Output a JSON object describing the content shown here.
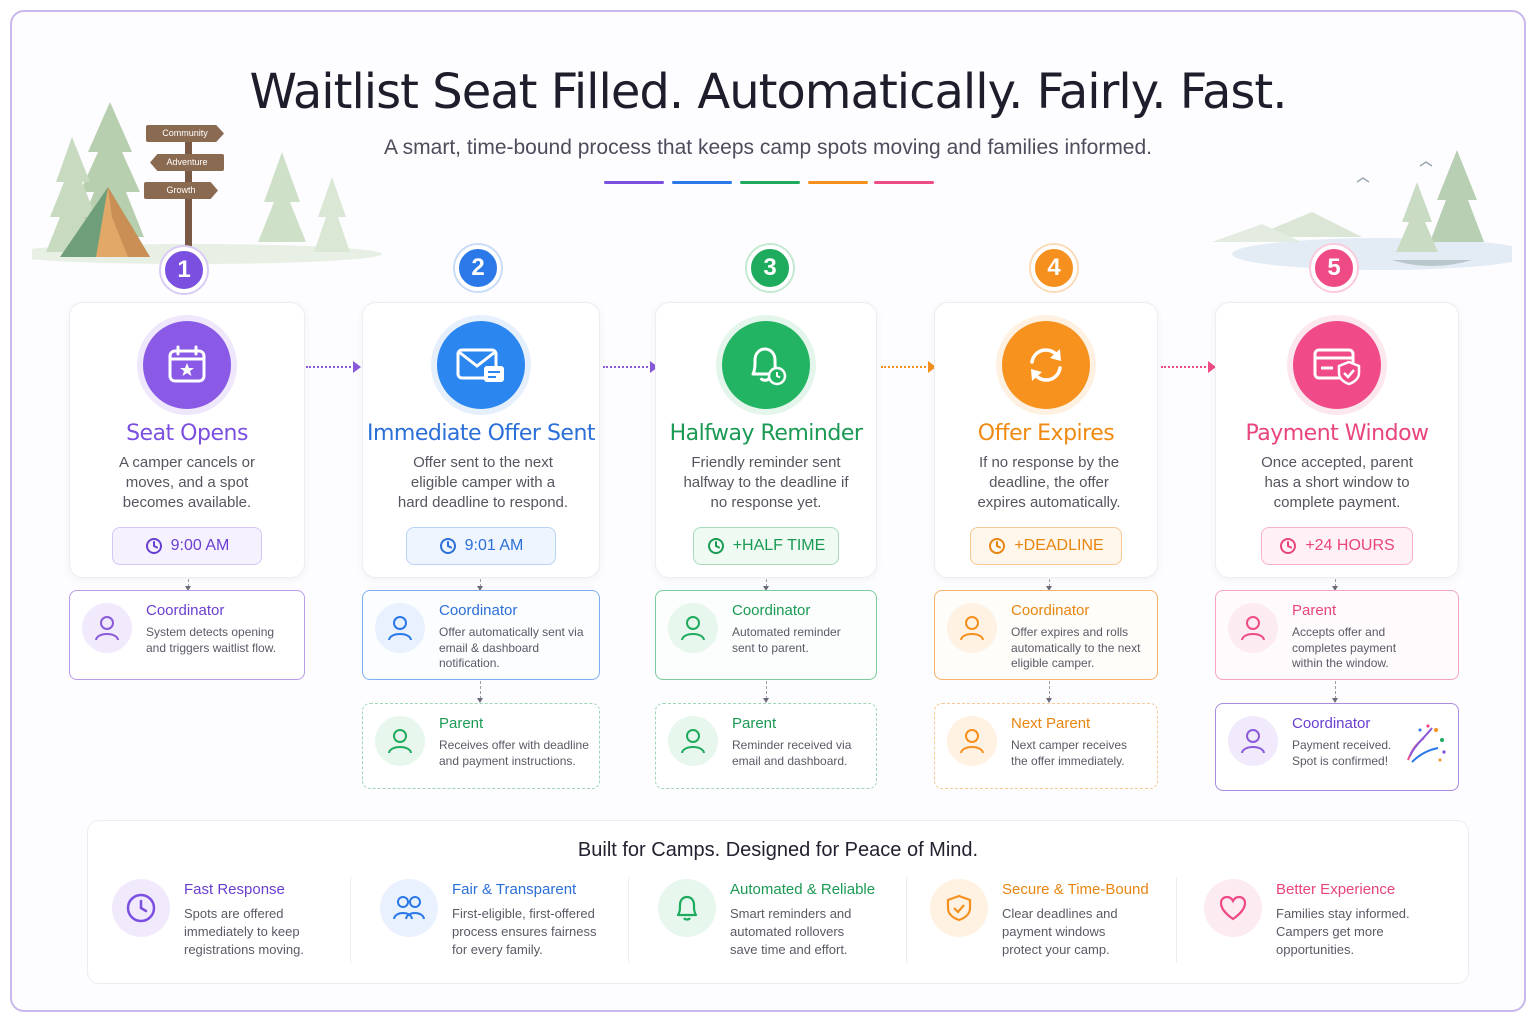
{
  "header": {
    "title": "Waitlist Seat Filled. Automatically. Fairly. Fast.",
    "subtitle": "A smart, time-bound process that keeps camp spots moving and families informed."
  },
  "signpost": {
    "labels": [
      "Community",
      "Adventure",
      "Growth"
    ]
  },
  "colors": {
    "purple": "#7b4fe0",
    "blue": "#2b78e8",
    "green": "#1fab5e",
    "orange": "#f5901e",
    "pink": "#ee4a86",
    "violet": "#8a5ad8"
  },
  "steps": [
    {
      "number": "1",
      "title": "Seat Opens",
      "description": "A camper cancels or moves, and a spot becomes available.",
      "time": "9:00 AM",
      "icon": "calendar-star-icon",
      "roles": [
        {
          "name": "Coordinator",
          "description": "System detects opening and triggers waitlist flow."
        }
      ]
    },
    {
      "number": "2",
      "title": "Immediate Offer Sent",
      "description": "Offer sent to the next eligible camper with a hard deadline to respond.",
      "time": "9:01 AM",
      "icon": "envelope-icon",
      "roles": [
        {
          "name": "Coordinator",
          "description": "Offer automatically sent via email & dashboard notification."
        },
        {
          "name": "Parent",
          "description": "Receives offer with deadline and payment instructions."
        }
      ]
    },
    {
      "number": "3",
      "title": "Halfway Reminder",
      "description": "Friendly reminder sent halfway to the deadline if no response yet.",
      "time": "+HALF TIME",
      "icon": "bell-clock-icon",
      "roles": [
        {
          "name": "Coordinator",
          "description": "Automated reminder sent to parent."
        },
        {
          "name": "Parent",
          "description": "Reminder received via email and dashboard."
        }
      ]
    },
    {
      "number": "4",
      "title": "Offer Expires",
      "description": "If no response by the deadline, the offer expires automatically.",
      "time": "+DEADLINE",
      "icon": "refresh-icon",
      "roles": [
        {
          "name": "Coordinator",
          "description": "Offer expires and rolls automatically to the next eligible camper."
        },
        {
          "name": "Next Parent",
          "description": "Next camper receives the offer immediately."
        }
      ]
    },
    {
      "number": "5",
      "title": "Payment Window",
      "description": "Once accepted, parent has a short window to complete payment.",
      "time": "+24 HOURS",
      "icon": "card-shield-icon",
      "roles": [
        {
          "name": "Parent",
          "description": "Accepts offer and completes payment within the window."
        },
        {
          "name": "Coordinator",
          "description": "Payment received. Spot is confirmed!"
        }
      ]
    }
  ],
  "features": {
    "title": "Built for Camps. Designed for Peace of Mind.",
    "items": [
      {
        "title": "Fast Response",
        "description": "Spots are offered immediately to keep registrations moving.",
        "icon": "clock-icon"
      },
      {
        "title": "Fair & Transparent",
        "description": "First-eligible, first-offered process ensures fairness for every family.",
        "icon": "group-icon"
      },
      {
        "title": "Automated & Reliable",
        "description": "Smart reminders and automated rollovers save time and effort.",
        "icon": "bell-icon"
      },
      {
        "title": "Secure & Time-Bound",
        "description": "Clear deadlines and payment windows protect your camp.",
        "icon": "shield-check-icon"
      },
      {
        "title": "Better Experience",
        "description": "Families stay informed. Campers get more opportunities.",
        "icon": "heart-icon"
      }
    ]
  }
}
